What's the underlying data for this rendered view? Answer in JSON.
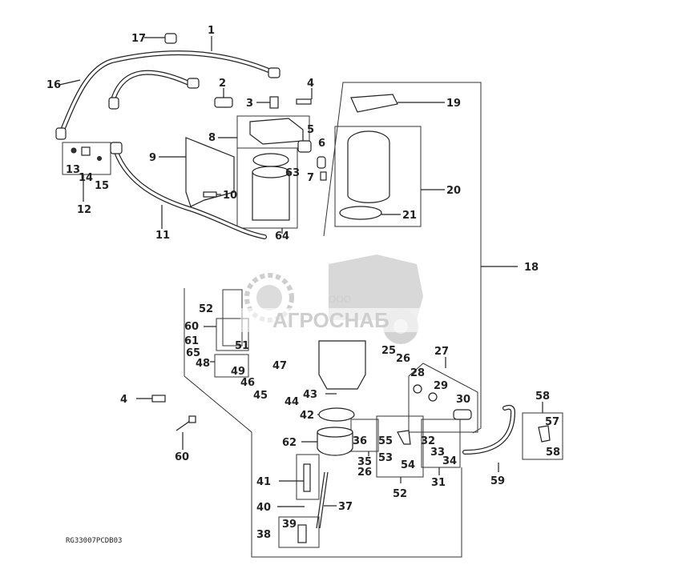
{
  "callouts": [
    {
      "id": "17",
      "text": "17"
    },
    {
      "id": "1",
      "text": "1"
    },
    {
      "id": "16",
      "text": "16"
    },
    {
      "id": "2",
      "text": "2"
    },
    {
      "id": "3",
      "text": "3"
    },
    {
      "id": "4a",
      "text": "4"
    },
    {
      "id": "19",
      "text": "19"
    },
    {
      "id": "8",
      "text": "8"
    },
    {
      "id": "5",
      "text": "5"
    },
    {
      "id": "6",
      "text": "6"
    },
    {
      "id": "9",
      "text": "9"
    },
    {
      "id": "63",
      "text": "63"
    },
    {
      "id": "7",
      "text": "7"
    },
    {
      "id": "13",
      "text": "13"
    },
    {
      "id": "14",
      "text": "14"
    },
    {
      "id": "15",
      "text": "15"
    },
    {
      "id": "20",
      "text": "20"
    },
    {
      "id": "10",
      "text": "10"
    },
    {
      "id": "12",
      "text": "12"
    },
    {
      "id": "21",
      "text": "21"
    },
    {
      "id": "11",
      "text": "11"
    },
    {
      "id": "64",
      "text": "64"
    },
    {
      "id": "18",
      "text": "18"
    },
    {
      "id": "52a",
      "text": "52"
    },
    {
      "id": "60a",
      "text": "60"
    },
    {
      "id": "61",
      "text": "61"
    },
    {
      "id": "51",
      "text": "51"
    },
    {
      "id": "65",
      "text": "65"
    },
    {
      "id": "25",
      "text": "25"
    },
    {
      "id": "26a",
      "text": "26"
    },
    {
      "id": "27",
      "text": "27"
    },
    {
      "id": "48",
      "text": "48"
    },
    {
      "id": "49",
      "text": "49"
    },
    {
      "id": "47",
      "text": "47"
    },
    {
      "id": "28a",
      "text": "28"
    },
    {
      "id": "46",
      "text": "46"
    },
    {
      "id": "29",
      "text": "29"
    },
    {
      "id": "45",
      "text": "45"
    },
    {
      "id": "43",
      "text": "43"
    },
    {
      "id": "44",
      "text": "44"
    },
    {
      "id": "4b",
      "text": "4"
    },
    {
      "id": "30",
      "text": "30"
    },
    {
      "id": "58a",
      "text": "58"
    },
    {
      "id": "42",
      "text": "42"
    },
    {
      "id": "57",
      "text": "57"
    },
    {
      "id": "36",
      "text": "36"
    },
    {
      "id": "55",
      "text": "55"
    },
    {
      "id": "32",
      "text": "32"
    },
    {
      "id": "62",
      "text": "62"
    },
    {
      "id": "58b",
      "text": "58"
    },
    {
      "id": "53",
      "text": "53"
    },
    {
      "id": "33",
      "text": "33"
    },
    {
      "id": "35",
      "text": "35"
    },
    {
      "id": "34",
      "text": "34"
    },
    {
      "id": "60b",
      "text": "60"
    },
    {
      "id": "54",
      "text": "54"
    },
    {
      "id": "26b",
      "text": "26"
    },
    {
      "id": "59",
      "text": "59"
    },
    {
      "id": "41",
      "text": "41"
    },
    {
      "id": "31",
      "text": "31"
    },
    {
      "id": "52b",
      "text": "52"
    },
    {
      "id": "40",
      "text": "40"
    },
    {
      "id": "37",
      "text": "37"
    },
    {
      "id": "39",
      "text": "39"
    },
    {
      "id": "38",
      "text": "38"
    }
  ],
  "drawing_code": "RG33007PCDB03",
  "watermark": {
    "prefix": "ООО",
    "brand": "АГРОСНАБ",
    "colors": {
      "mark": "#c9c9c9",
      "mark_dark": "#bdbdbd"
    }
  },
  "colors": {
    "line": "#222222",
    "background": "#ffffff"
  }
}
